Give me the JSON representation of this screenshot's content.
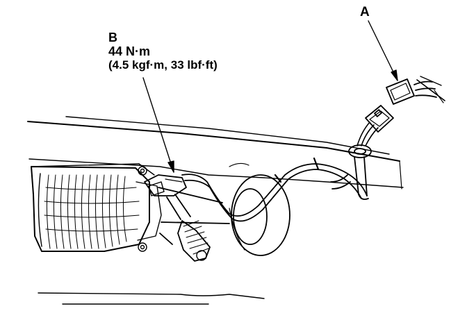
{
  "callouts": {
    "a": {
      "letter": "A"
    },
    "b": {
      "letter": "B",
      "torque_nm": "44 N·m",
      "torque_alt": "(4.5 kgf·m, 33 lbf·ft)"
    }
  },
  "colors": {
    "ink": "#000000",
    "paper": "#ffffff"
  }
}
